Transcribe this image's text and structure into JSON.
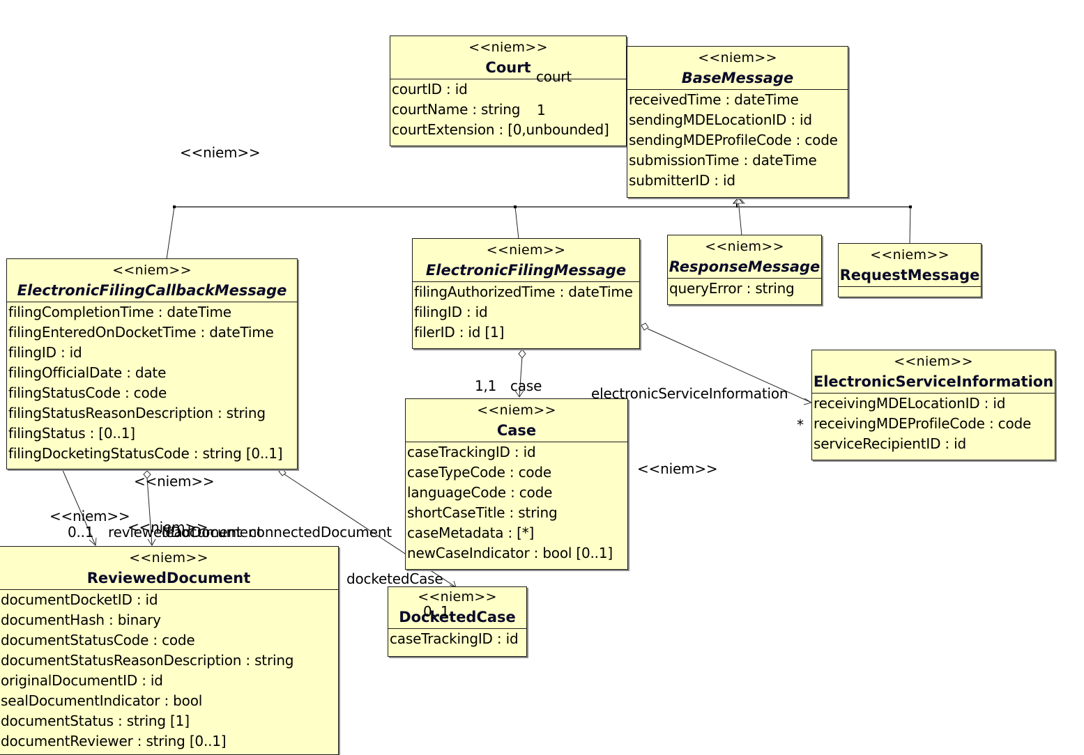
{
  "diagram": {
    "classes": {
      "court": {
        "stereotype": "<<niem>>",
        "name": "Court",
        "attributes": [
          "courtID : id",
          "courtName : string",
          "courtExtension :  [0,unbounded]"
        ]
      },
      "base_message": {
        "stereotype": "<<niem>>",
        "name": "BaseMessage",
        "abstract": true,
        "attributes": [
          "receivedTime : dateTime",
          "sendingMDELocationID : id",
          "sendingMDEProfileCode : code",
          "submissionTime : dateTime",
          "submitterID : id"
        ]
      },
      "callback_message": {
        "stereotype": "<<niem>>",
        "name": "ElectronicFilingCallbackMessage",
        "abstract": true,
        "attributes": [
          "filingCompletionTime : dateTime",
          "filingEnteredOnDocketTime : dateTime",
          "filingID : id",
          "filingOfficialDate : date",
          "filingStatusCode : code",
          "filingStatusReasonDescription : string",
          "filingStatus :  [0..1]",
          "filingDocketingStatusCode : string [0..1]"
        ]
      },
      "filing_message": {
        "stereotype": "<<niem>>",
        "name": "ElectronicFilingMessage",
        "abstract": true,
        "attributes": [
          "filingAuthorizedTime : dateTime",
          "filingID : id",
          "filerID : id [1]"
        ]
      },
      "response_message": {
        "stereotype": "<<niem>>",
        "name": "ResponseMessage",
        "abstract": true,
        "attributes": [
          "queryError : string"
        ]
      },
      "request_message": {
        "stereotype": "<<niem>>",
        "name": "RequestMessage",
        "attributes": []
      },
      "service_info": {
        "stereotype": "<<niem>>",
        "name": "ElectronicServiceInformation",
        "attributes": [
          "receivingMDELocationID : id",
          "receivingMDEProfileCode : code",
          "serviceRecipientID : id"
        ]
      },
      "case": {
        "stereotype": "<<niem>>",
        "name": "Case",
        "attributes": [
          "caseTrackingID : id",
          "caseTypeCode : code",
          "languageCode : code",
          "shortCaseTitle : string",
          "caseMetadata :  [*]",
          "newCaseIndicator : bool [0..1]"
        ]
      },
      "reviewed_document": {
        "stereotype": "<<niem>>",
        "name": "ReviewedDocument",
        "attributes": [
          "documentDocketID : id",
          "documentHash : binary",
          "documentStatusCode : code",
          "documentStatusReasonDescription : string",
          "originalDocumentID : id",
          "sealDocumentIndicator : bool",
          "documentStatus : string [1]",
          "documentReviewer : string [0..1]"
        ]
      },
      "docketed_case": {
        "stereotype": "<<niem>>",
        "name": "DocketedCase",
        "attributes": [
          "caseTrackingID : id"
        ]
      }
    },
    "labels": {
      "court_role": "court",
      "court_mult": "1",
      "generalization_stereo": "<<niem>>",
      "case_mult": "1,1",
      "case_role": "case",
      "esi_role": "electronicServiceInformation",
      "esi_mult": "*",
      "esi_stereo": "<<niem>>",
      "callback_stereo_a": "<<niem>>",
      "callback_stereo_b": "<<niem>>",
      "callback_stereo_c": "<<niem>>",
      "reviewed_mult": "0..1",
      "reviewed_role": "reviewedDocument",
      "lead_role": "leadDocument",
      "connected_role": "connectedDocument",
      "docketed_role": "docketedCase",
      "docketed_mult": "0..1"
    }
  }
}
